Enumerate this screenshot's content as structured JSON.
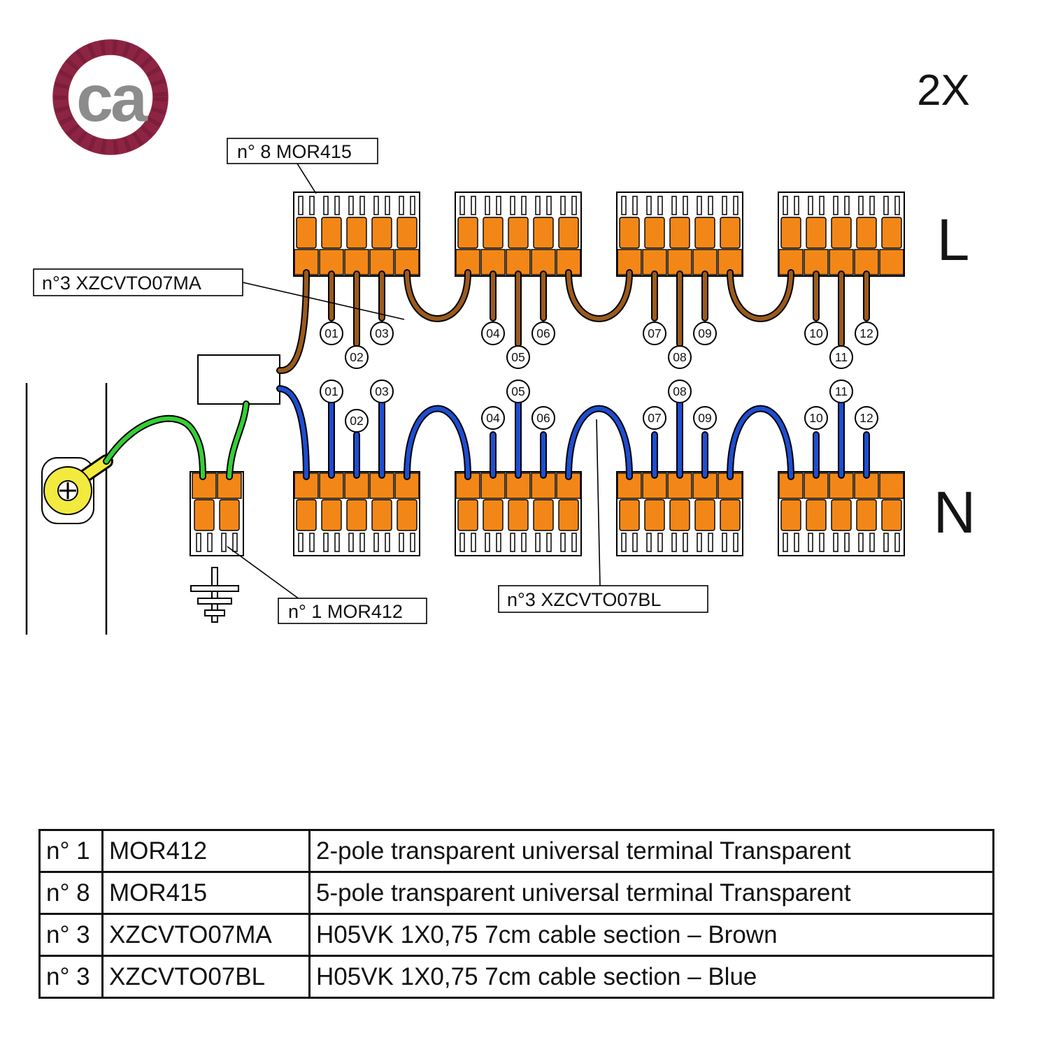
{
  "quantity_label": "2X",
  "logo": {
    "text": "ca"
  },
  "line_labels": {
    "live": "L",
    "neutral": "N"
  },
  "callouts": {
    "mor415": "n° 8 MOR415",
    "cable_brown": "n°3 XZCVTO07MA",
    "mor412": "n° 1 MOR412",
    "cable_blue": "n°3 XZCVTO07BL"
  },
  "wire_numbers": [
    "01",
    "02",
    "03",
    "04",
    "05",
    "06",
    "07",
    "08",
    "09",
    "10",
    "11",
    "12"
  ],
  "colors": {
    "terminal_orange": "#f28718",
    "brown_wire": "#9b5a1d",
    "blue_wire": "#1d4ed2",
    "green_wire": "#35cf35",
    "earth_yellow": "#f2ea3f",
    "logo_ring": "#8e2444",
    "logo_text": "#8c8c8c"
  },
  "table": {
    "rows": [
      {
        "qty": "n° 1",
        "code": "MOR412",
        "desc": "2-pole transparent universal terminal Transparent"
      },
      {
        "qty": "n° 8",
        "code": "MOR415",
        "desc": "5-pole transparent universal terminal Transparent"
      },
      {
        "qty": "n° 3",
        "code": "XZCVTO07MA",
        "desc": "H05VK 1X0,75 7cm cable section – Brown"
      },
      {
        "qty": "n° 3",
        "code": "XZCVTO07BL",
        "desc": "H05VK 1X0,75 7cm cable section – Blue"
      }
    ]
  }
}
